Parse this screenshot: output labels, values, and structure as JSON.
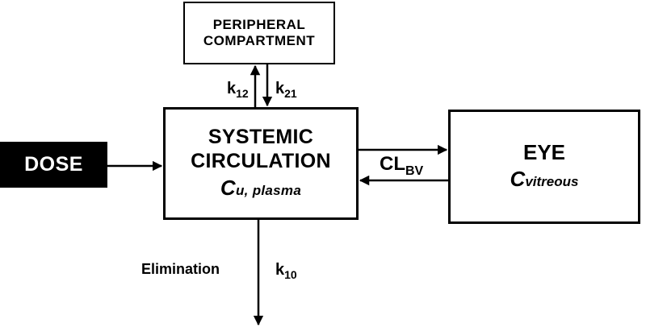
{
  "peripheral": {
    "line1": "PERIPHERAL",
    "line2": "COMPARTMENT"
  },
  "systemic": {
    "line1": "SYSTEMIC",
    "line2": "CIRCULATION",
    "conc_symbol": "C",
    "conc_sub": "u, plasma"
  },
  "eye": {
    "title": "EYE",
    "conc_symbol": "C",
    "conc_sub": "vitreous"
  },
  "dose": {
    "label": "DOSE"
  },
  "rates": {
    "k12": {
      "main": "k",
      "sub": "12"
    },
    "k21": {
      "main": "k",
      "sub": "21"
    },
    "k10": {
      "main": "k",
      "sub": "10"
    },
    "clbv": {
      "main": "CL",
      "sub": "BV"
    }
  },
  "elimination": {
    "label": "Elimination"
  }
}
